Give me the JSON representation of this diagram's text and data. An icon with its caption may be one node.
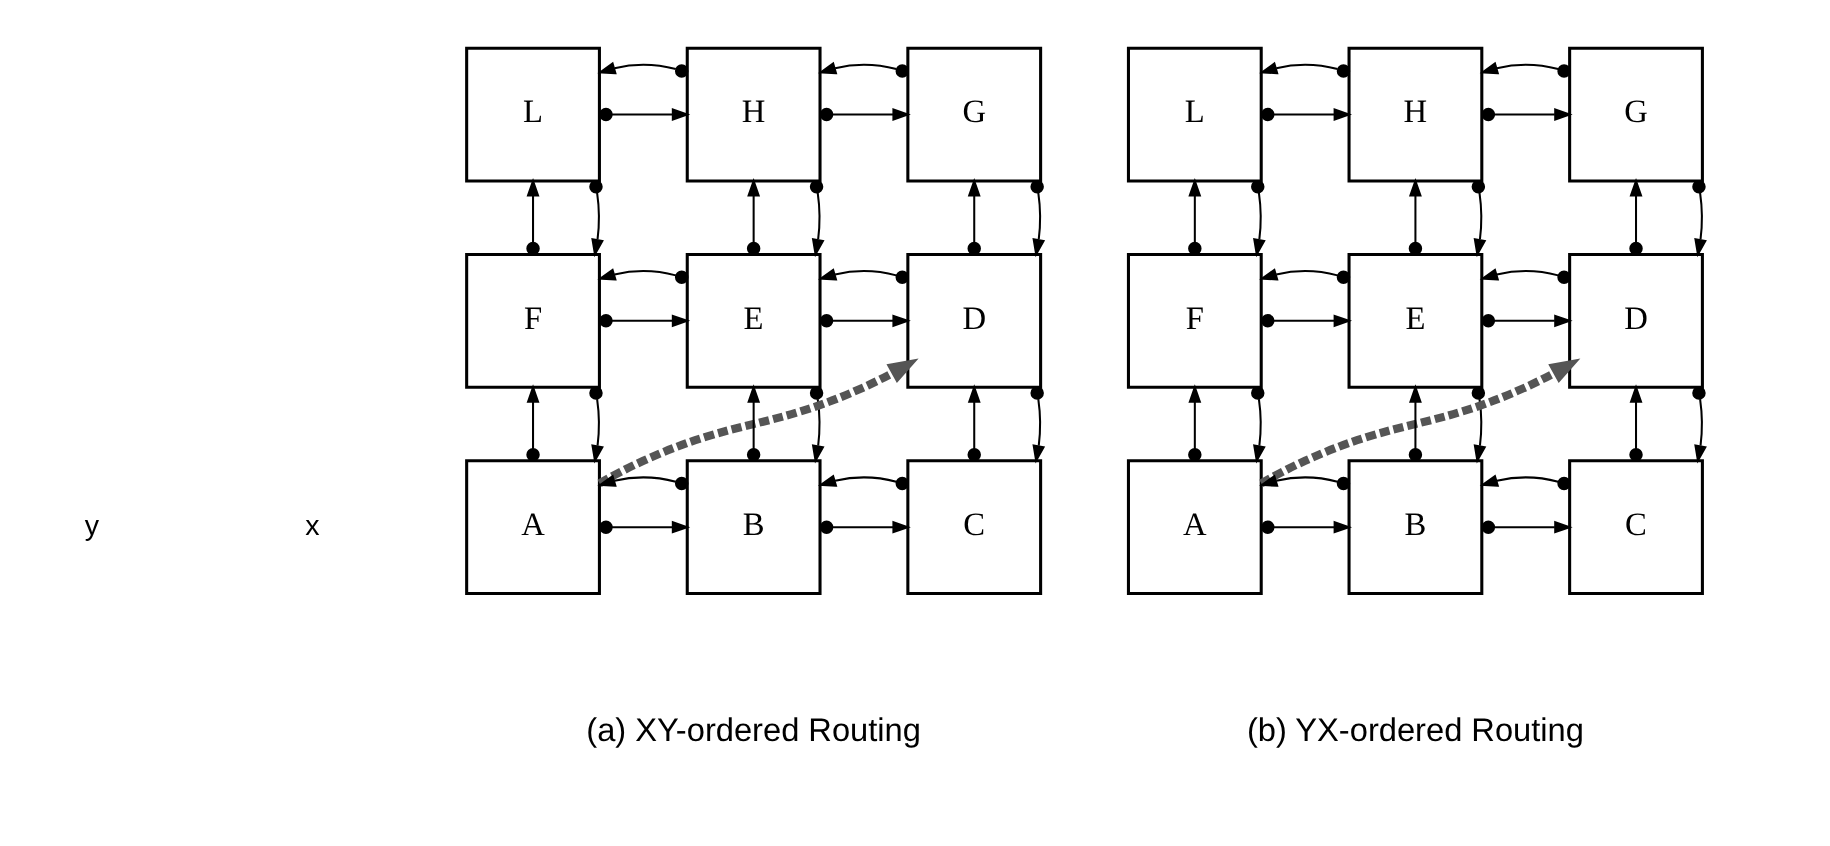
{
  "diagram": {
    "nodes": [
      {
        "text": [
          "L"
        ]
      },
      {
        "text": [
          "H"
        ]
      },
      {
        "text": [
          "G"
        ]
      },
      {
        "text": [
          "F"
        ]
      },
      {
        "text": [
          "E"
        ]
      },
      {
        "text": [
          "D"
        ]
      },
      {
        "text": [
          "A"
        ]
      },
      {
        "text": [
          "B"
        ]
      },
      {
        "text": [
          "C"
        ]
      },
      {
        "text": [
          "L"
        ]
      },
      {
        "text": [
          "H"
        ]
      },
      {
        "text": [
          "G"
        ]
      },
      {
        "text": [
          "F"
        ]
      },
      {
        "text": [
          "E"
        ]
      },
      {
        "text": [
          "D"
        ]
      },
      {
        "text": [
          "A"
        ]
      },
      {
        "text": [
          "B"
        ]
      },
      {
        "text": [
          "C"
        ]
      }
    ],
    "edges": [
      {
        "from": 0,
        "to": 1,
        "arrow": "to"
      },
      {
        "from": 1,
        "to": 0,
        "arrow": "to"
      },
      {
        "from": 1,
        "to": 2,
        "arrow": "to"
      },
      {
        "from": 2,
        "to": 1,
        "arrow": "to"
      },
      {
        "from": 3,
        "to": 0,
        "arrow": "to"
      },
      {
        "from": 0,
        "to": 3,
        "arrow": "to"
      },
      {
        "from": 4,
        "to": 1,
        "arrow": "to"
      },
      {
        "from": 1,
        "to": 4,
        "arrow": "to"
      },
      {
        "from": 5,
        "to": 2,
        "arrow": "to"
      },
      {
        "from": 2,
        "to": 5,
        "arrow": "to"
      },
      {
        "from": 3,
        "to": 4,
        "arrow": "to"
      },
      {
        "from": 4,
        "to": 3,
        "arrow": "to"
      },
      {
        "from": 4,
        "to": 5,
        "arrow": "to"
      },
      {
        "from": 5,
        "to": 4,
        "arrow": "to"
      },
      {
        "from": 6,
        "to": 3,
        "arrow": "to"
      },
      {
        "from": 3,
        "to": 6,
        "arrow": "to"
      },
      {
        "from": 7,
        "to": 4,
        "arrow": "to"
      },
      {
        "from": 4,
        "to": 7,
        "arrow": "to"
      },
      {
        "from": 8,
        "to": 5,
        "arrow": "to"
      },
      {
        "from": 5,
        "to": 8,
        "arrow": "to"
      },
      {
        "from": 6,
        "to": 7,
        "arrow": "to"
      },
      {
        "from": 7,
        "to": 6,
        "arrow": "to"
      },
      {
        "from": 7,
        "to": 8,
        "arrow": "to"
      },
      {
        "from": 8,
        "to": 7,
        "arrow": "to"
      },
      {
        "from": 6,
        "to": 5,
        "arrow": "to",
        "style": "dashed",
        "color": "#555555"
      },
      {
        "from": 9,
        "to": 10,
        "arrow": "to"
      },
      {
        "from": 10,
        "to": 9,
        "arrow": "to"
      },
      {
        "from": 10,
        "to": 11,
        "arrow": "to"
      },
      {
        "from": 11,
        "to": 10,
        "arrow": "to"
      },
      {
        "from": 12,
        "to": 9,
        "arrow": "to"
      },
      {
        "from": 9,
        "to": 12,
        "arrow": "to"
      },
      {
        "from": 13,
        "to": 10,
        "arrow": "to"
      },
      {
        "from": 10,
        "to": 13,
        "arrow": "to"
      },
      {
        "from": 14,
        "to": 11,
        "arrow": "to"
      },
      {
        "from": 11,
        "to": 14,
        "arrow": "to"
      },
      {
        "from": 12,
        "to": 13,
        "arrow": "to"
      },
      {
        "from": 13,
        "to": 12,
        "arrow": "to"
      },
      {
        "from": 13,
        "to": 14,
        "arrow": "to"
      },
      {
        "from": 14,
        "to": 13,
        "arrow": "to"
      },
      {
        "from": 15,
        "to": 12,
        "arrow": "to"
      },
      {
        "from": 12,
        "to": 15,
        "arrow": "to"
      },
      {
        "from": 16,
        "to": 13,
        "arrow": "to"
      },
      {
        "from": 13,
        "to": 16,
        "arrow": "to"
      },
      {
        "from": 17,
        "to": 14,
        "arrow": "to"
      },
      {
        "from": 14,
        "to": 17,
        "arrow": "to"
      },
      {
        "from": 15,
        "to": 16,
        "arrow": "to"
      },
      {
        "from": 16,
        "to": 15,
        "arrow": "to"
      },
      {
        "from": 16,
        "to": 17,
        "arrow": "to"
      },
      {
        "from": 17,
        "to": 16,
        "arrow": "to"
      },
      {
        "from": 15,
        "to": 14,
        "arrow": "to",
        "style": "dashed",
        "color": "#555555"
      }
    ],
    "labels": [
      "y",
      "x",
      "(a) XY-ordered Routing",
      "(b) YX-ordered Routing"
    ]
  }
}
